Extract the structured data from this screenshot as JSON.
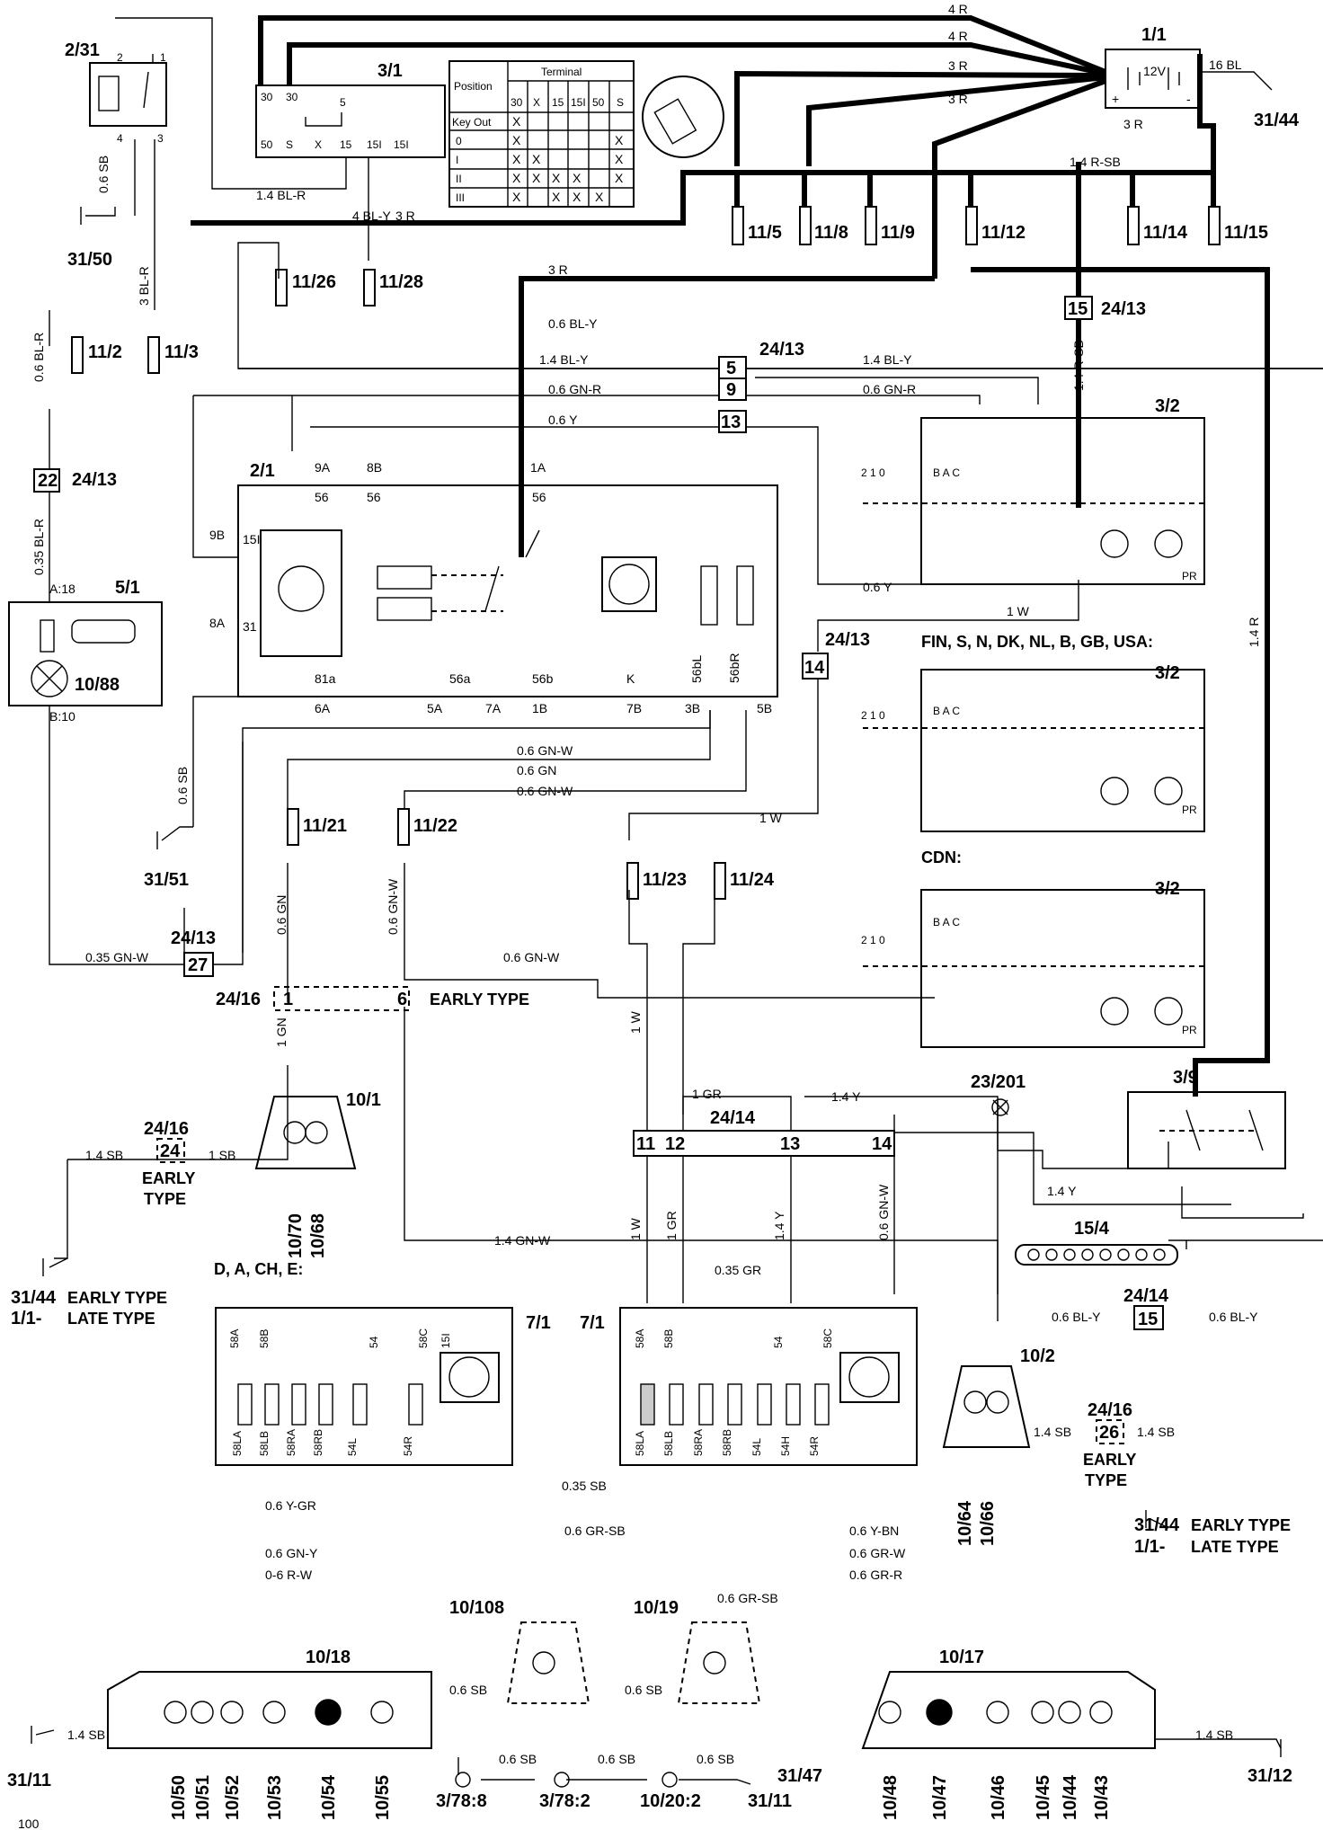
{
  "components": {
    "c_2_31": "2/31",
    "c_3_1": "3/1",
    "c_1_1": "1/1",
    "c_11_5": "11/5",
    "c_11_8": "11/8",
    "c_11_9": "11/9",
    "c_11_12": "11/12",
    "c_11_14": "11/14",
    "c_11_15": "11/15",
    "c_11_26": "11/26",
    "c_11_28": "11/28",
    "c_11_2": "11/2",
    "c_11_3": "11/3",
    "c_2_1": "2/1",
    "c_5_1": "5/1",
    "c_10_88": "10/88",
    "c_3_2": "3/2",
    "c_11_21": "11/21",
    "c_11_22": "11/22",
    "c_11_23": "11/23",
    "c_11_24": "11/24",
    "c_10_1": "10/1",
    "c_3_9": "3/9",
    "c_15_4": "15/4",
    "c_23_201": "23/201",
    "c_7_1a": "7/1",
    "c_7_1b": "7/1",
    "c_10_2": "10/2",
    "c_10_18": "10/18",
    "c_10_108": "10/108",
    "c_10_19": "10/19",
    "c_10_17": "10/17",
    "c_10_70": "10/70",
    "c_10_68": "10/68",
    "c_10_64": "10/64",
    "c_10_66": "10/66"
  },
  "grounds": {
    "g_31_44": "31/44",
    "g_31_50": "31/50",
    "g_31_51": "31/51",
    "g_31_44b": "31/44",
    "g_1_1b": "1/1-",
    "g_31_44c": "31/44",
    "g_1_1c": "1/1-",
    "g_31_11": "31/11",
    "g_31_11b": "31/11",
    "g_31_47": "31/47",
    "g_31_12": "31/12",
    "g_378_8": "3/78:8",
    "g_378_2": "3/78:2",
    "g_1020_2": "10/20:2"
  },
  "variants": {
    "fin": "FIN, S, N, DK, NL, B, GB, USA:",
    "cdn": "CDN:",
    "daech": "D, A, CH, E:",
    "early": "EARLY TYPE",
    "early_a": "EARLY",
    "type_a": "TYPE",
    "late": "LATE TYPE"
  },
  "connectors": {
    "k2413": "24/13",
    "k2416": "24/16",
    "k2414": "24/14",
    "n22": "22",
    "n5": "5",
    "n9": "9",
    "n13": "13",
    "n15": "15",
    "n14": "14",
    "n27": "27",
    "n1": "1",
    "n6": "6",
    "n24": "24",
    "n26": "26",
    "n11": "11",
    "n12": "12",
    "n13b": "13",
    "n14b": "14",
    "n15b": "15"
  },
  "wires": {
    "w4R": "4 R",
    "w4Rb": "4 R",
    "w3R": "3 R",
    "w3Rb": "3 R",
    "w3Rc": "3 R",
    "w3Rd": "3 R",
    "w16BL": "16 BL",
    "w14BLR": "1.4 BL-R",
    "w4BLY": "4 BL-Y",
    "w3Re": "3 R",
    "w06SB": "0.6 SB",
    "w3BLR": "3 BL-R",
    "w06BLR": "0.6 BL-R",
    "w06BLY": "0.6 BL-Y",
    "w14BLY": "1.4 BL-Y",
    "w14BLYb": "1.4 BL-Y",
    "w06GNR": "0.6 GN-R",
    "w06GNRb": "0.6 GN-R",
    "w06Y": "0.6 Y",
    "w06Yb": "0.6 Y",
    "w14RSB": "1.4 R-SB",
    "w14RSBb": "1.4 R-SB",
    "w035BLR": "0.35 BL-R",
    "w1W": "1 W",
    "w14R": "1.4 R",
    "w06GNW": "0.6 GN-W",
    "w06GN": "0.6 GN",
    "w06GNWb": "0.6 GN-W",
    "w1Wb": "1 W",
    "w06SBb": "0.6 SB",
    "w035GNW": "0.35 GN-W",
    "w06GNWc": "0.6 GN-W",
    "w06GNv": "0.6 GN",
    "w06GNWv": "0.6 GN-W",
    "w1GN": "1 GN",
    "w1Wv": "1 W",
    "w14SB": "1.4 SB",
    "w1SB": "1 SB",
    "w1GR": "1 GR",
    "w14Y": "1.4 Y",
    "w14Yb": "1.4 Y",
    "w14GNW": "1.4 GN-W",
    "w1Wv2": "1 W",
    "w1GRv": "1 GR",
    "w14Yv": "1.4 Y",
    "w06GNWv2": "0.6 GN-W",
    "w035GR": "0.35 GR",
    "w06BLYb": "0.6 BL-Y",
    "w06BLYc": "0.6 BL-Y",
    "w14SBb": "1.4 SB",
    "w14SBc": "1.4 SB",
    "w035SB": "0.35 SB",
    "w06YGR": "0.6 Y-GR",
    "w06GRSB": "0.6 GR-SB",
    "w06YBN": "0.6 Y-BN",
    "w06GNY": "0.6 GN-Y",
    "w06GRW": "0.6 GR-W",
    "w06RW": "0-6 R-W",
    "w06GRR": "0.6 GR-R",
    "w06GRSBb": "0.6 GR-SB",
    "w06SBc": "0.6 SB",
    "w06SBd": "0.6 SB",
    "w06SBe": "0.6 SB",
    "w06SBf": "0.6 SB",
    "w06SBg": "0.6 SB",
    "w14SBd": "1.4 SB",
    "w14SBe": "1.4 SB"
  },
  "switch_table": {
    "header": "Terminal",
    "position": "Position",
    "cols": [
      "30",
      "X",
      "15",
      "15I",
      "50",
      "S"
    ],
    "rows": [
      "Key Out",
      "0",
      "I",
      "II",
      "III"
    ]
  },
  "battery": {
    "voltage": "12V",
    "plus": "+",
    "minus": "-"
  },
  "lamps_bottom": {
    "l1050": "10/50",
    "l1051": "10/51",
    "l1052": "10/52",
    "l1053": "10/53",
    "l1054": "10/54",
    "l1055": "10/55",
    "l1048": "10/48",
    "l1047": "10/47",
    "l1046": "10/46",
    "l1045": "10/45",
    "l1044": "10/44",
    "l1043": "10/43"
  },
  "terms": {
    "t56": "56",
    "t56b": "56",
    "t15i": "15I",
    "t31": "31",
    "t81a": "81a",
    "t56a": "56a",
    "t56bb": "56b",
    "tK": "K",
    "t56bL": "56bL",
    "t56bR": "56bR",
    "t9A": "9A",
    "t8B": "8B",
    "t1A": "1A",
    "t9B": "9B",
    "t8A": "8A",
    "t6A": "6A",
    "t5A": "5A",
    "t7A": "7A",
    "t1B": "1B",
    "t7B": "7B",
    "t3B": "3B",
    "t5B": "5B",
    "tA18": "A:18",
    "tB10": "B:10",
    "tPR": "PR",
    "tBAC": "B A C",
    "t210": "2 1 0",
    "t58LA": "58LA",
    "t58LB": "58LB",
    "t58RA": "58RA",
    "t58RB": "58RB",
    "t54L": "54L",
    "t54R": "54R",
    "t54H": "54H",
    "t58A": "58A",
    "t58B": "58B",
    "t54": "54",
    "t58C": "58C",
    "t15I": "15I"
  },
  "page_number": "100"
}
